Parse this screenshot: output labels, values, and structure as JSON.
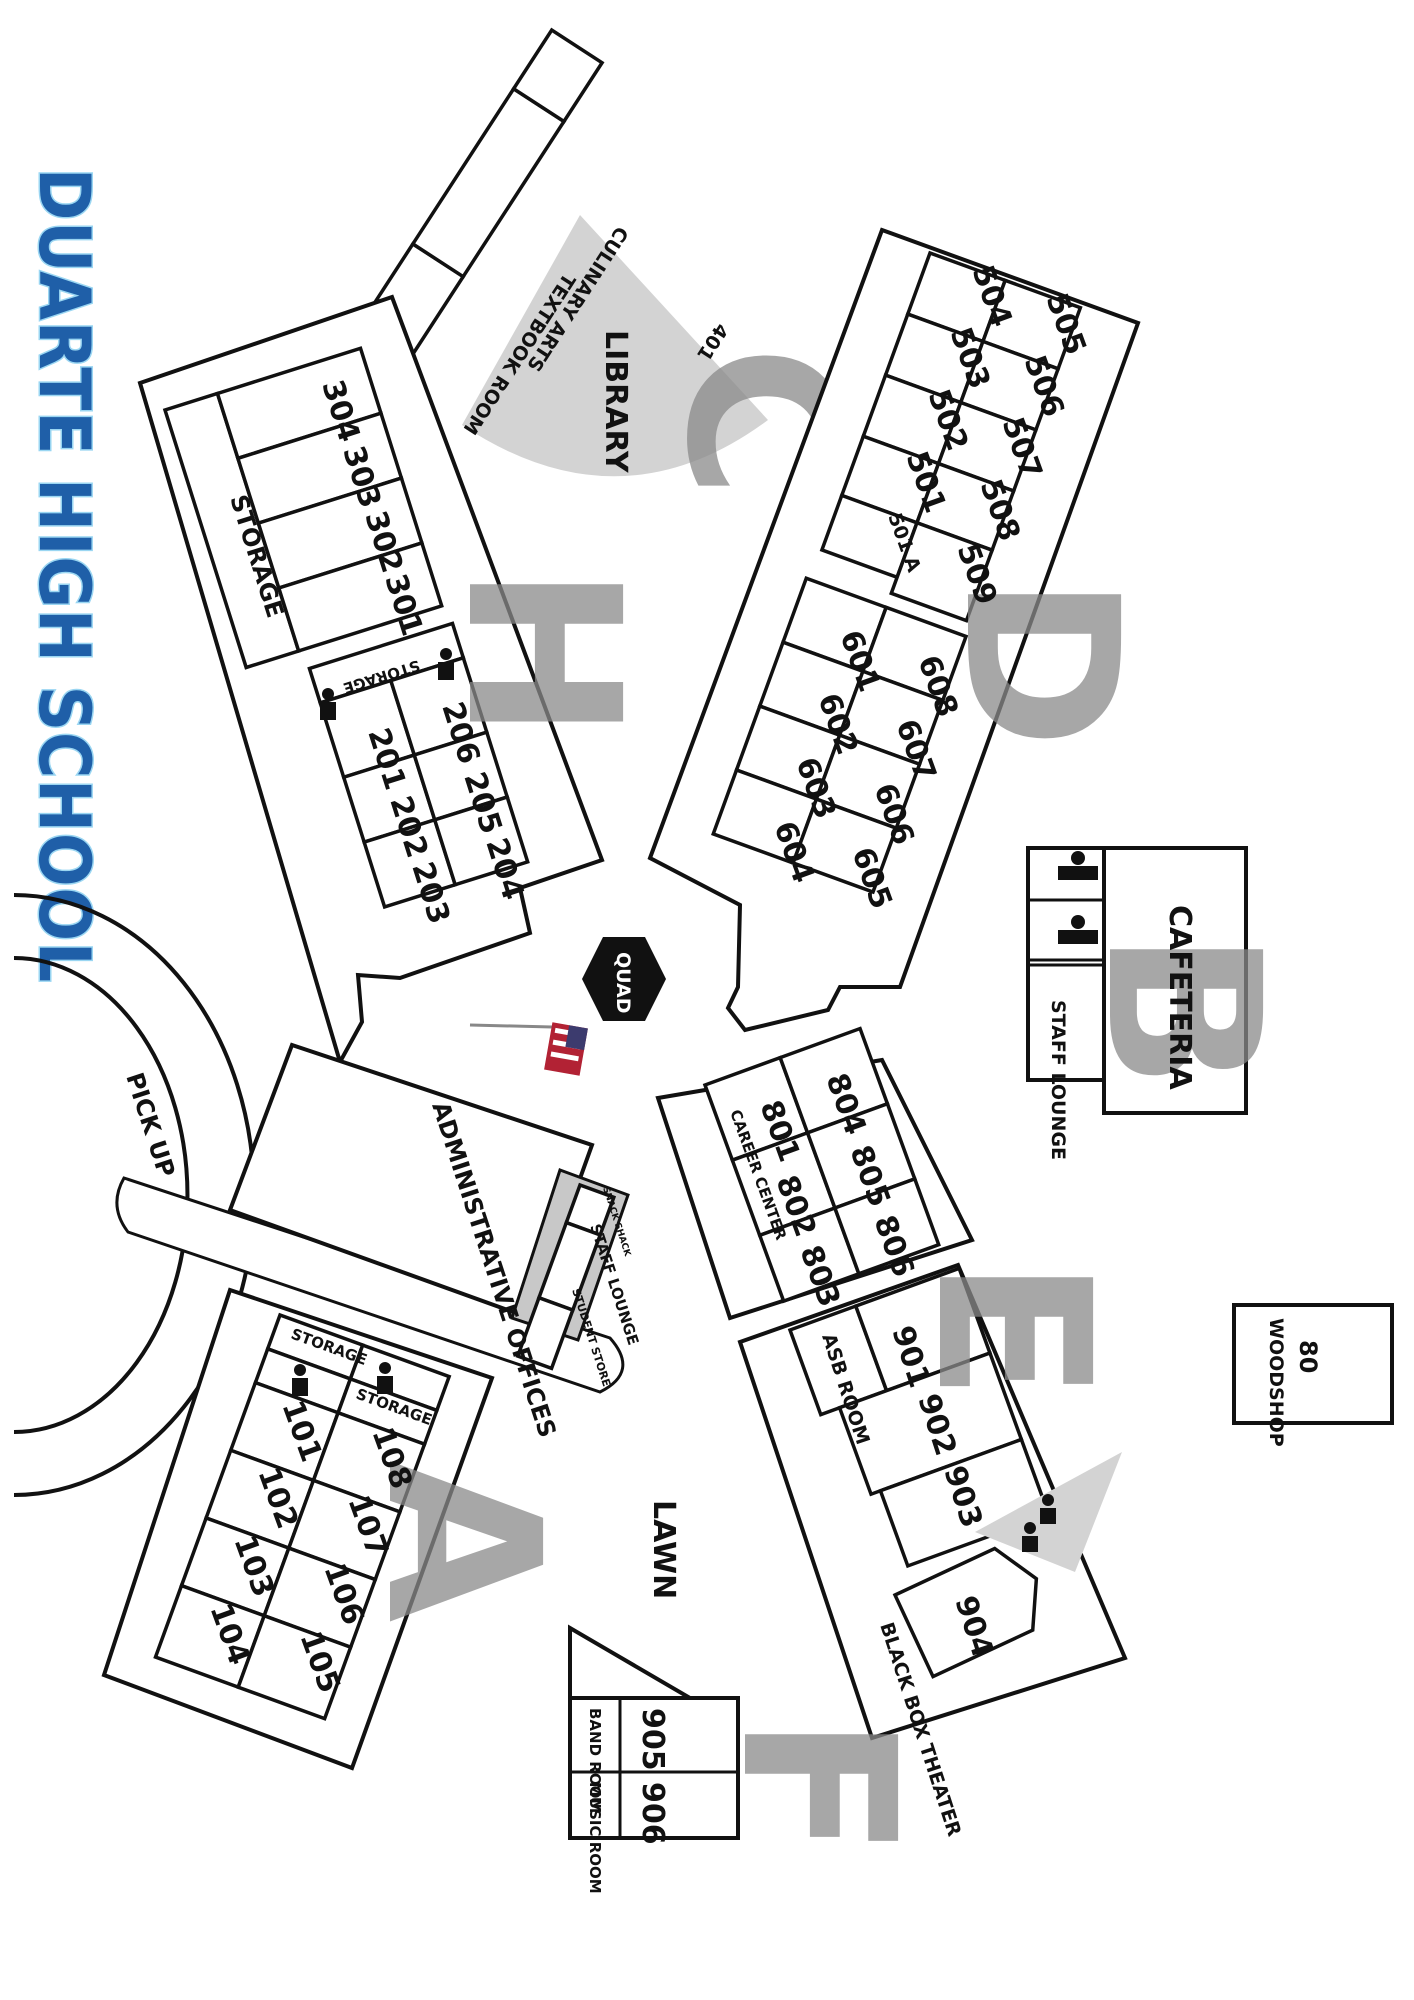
{
  "title": "DUARTE HIGH SCHOOL",
  "areas": {
    "library": "LIBRARY",
    "culinary": "CULINARY ARTS",
    "textbook": "TEXTBOOK ROOM",
    "storage": "STORAGE",
    "admin": "ADMINISTRATIVE OFFICES",
    "staff_lounge": "STAFF LOUNGE",
    "student_store": "STUDENT STORE",
    "snack_shack": "SNACK SHACK",
    "career_center": "CAREER CENTER",
    "asb_room": "ASB ROOM",
    "black_box": "BLACK BOX THEATER",
    "band_room": "BAND ROOM",
    "music_room": "MUSIC ROOM",
    "cafeteria": "CAFETERIA",
    "woodshop": "WOODSHOP",
    "quad": "QUAD",
    "lawn": "LAWN",
    "pickup": "PICK UP"
  },
  "wings": {
    "a": "A",
    "b": "B",
    "c": "C",
    "d": "D",
    "e": "E",
    "f": "F",
    "h": "H"
  },
  "rooms": {
    "r101": "101",
    "r102": "102",
    "r103": "103",
    "r104": "104",
    "r105": "105",
    "r106": "106",
    "r107": "107",
    "r108": "108",
    "r201": "201",
    "r202": "202",
    "r203": "203",
    "r204": "204",
    "r205": "205",
    "r206": "206",
    "r301": "301",
    "r302": "302",
    "r303": "303",
    "r304": "304",
    "r401": "401",
    "r501": "501",
    "r501a": "501 A",
    "r502": "502",
    "r503": "503",
    "r504": "504",
    "r505": "505",
    "r506": "506",
    "r507": "507",
    "r508": "508",
    "r509": "509",
    "r601": "601",
    "r602": "602",
    "r603": "603",
    "r604": "604",
    "r605": "605",
    "r606": "606",
    "r607": "607",
    "r608": "608",
    "r801": "801",
    "r802": "802",
    "r803": "803",
    "r804": "804",
    "r805": "805",
    "r806": "806",
    "r901": "901",
    "r902": "902",
    "r903": "903",
    "r904": "904",
    "r905": "905",
    "r906": "906",
    "r80": "80"
  }
}
